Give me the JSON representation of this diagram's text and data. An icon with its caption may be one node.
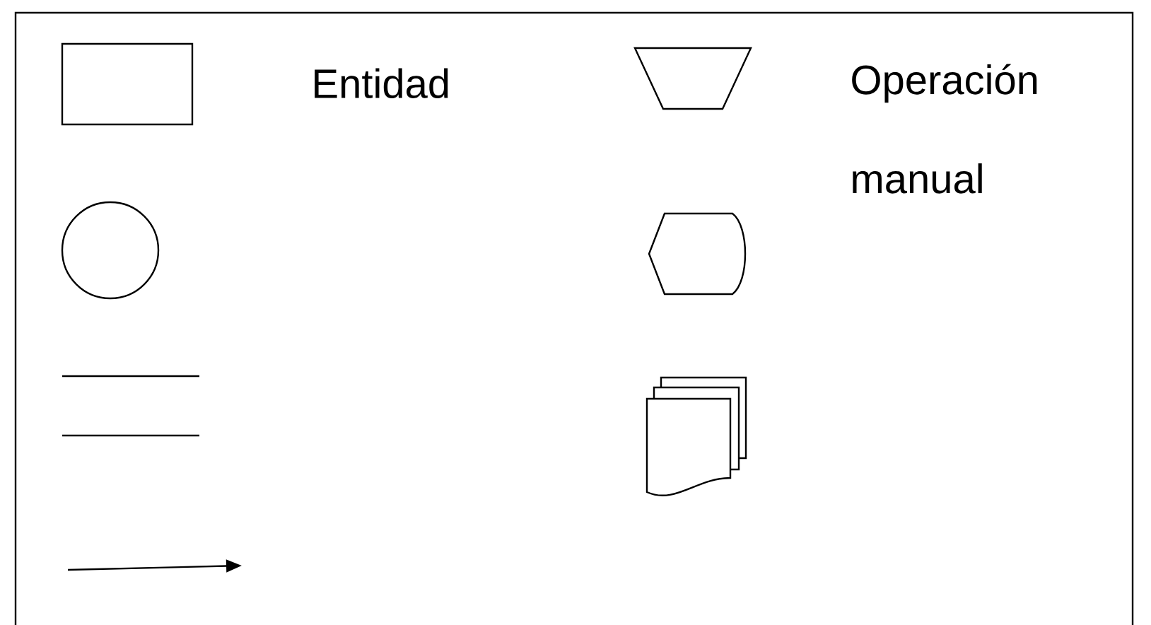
{
  "diagram": {
    "nodes": [
      {
        "text": [],
        "shape": "box",
        "beside": [
          "Entidad"
        ]
      },
      {
        "text": [],
        "shape": "trapezoid",
        "beside": [
          "Operación manual"
        ]
      },
      {
        "text": [],
        "shape": "circle"
      },
      {
        "text": [],
        "shape": "display"
      },
      {
        "text": [],
        "shape": "document"
      }
    ]
  }
}
